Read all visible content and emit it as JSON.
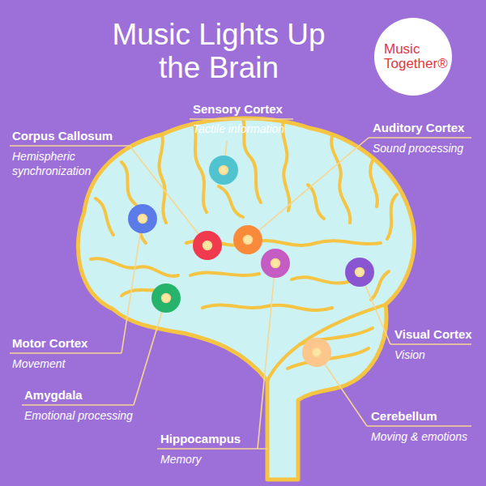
{
  "diagram": {
    "title": "Music Lights Up the Brain",
    "nodes": [
      {
        "text": [
          "Music Together®"
        ]
      }
    ],
    "labels": [
      "Sensory Cortex",
      "Tactile information",
      "Corpus Callosum",
      "Hemispheric synchronization",
      "Auditory Cortex",
      "Sound processing",
      "Motor Cortex",
      "Movement",
      "Visual Cortex",
      "Vision",
      "Amygdala",
      "Emotional processing",
      "Cerebellum",
      "Moving & emotions",
      "Hippocampus",
      "Memory"
    ]
  }
}
